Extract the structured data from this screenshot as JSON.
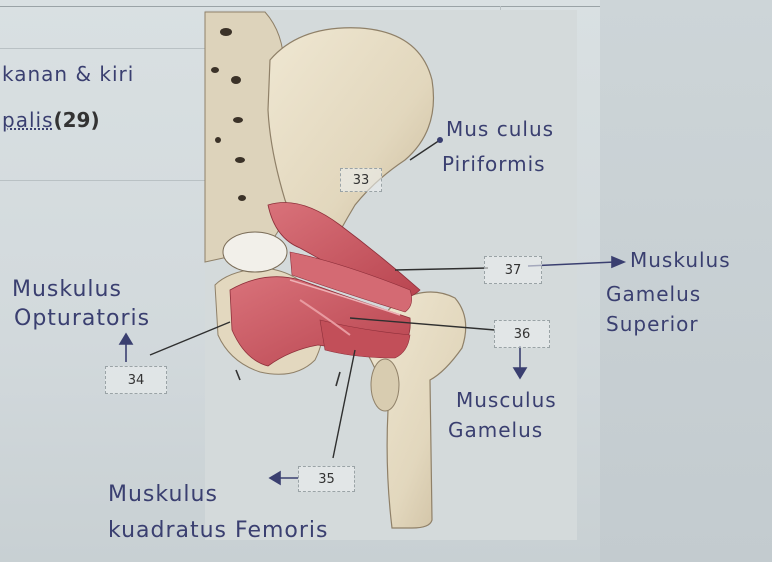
{
  "notes": {
    "line1": "kanan & kiri",
    "line2_prefix": "palis",
    "line2_number": "(29)"
  },
  "labels": {
    "piriformis": {
      "line1": "Mus culus",
      "line2": "Piriformis"
    },
    "gemelus_superior": {
      "line1": "Muskulus",
      "line2": "Gamelus",
      "line3": "Superior"
    },
    "obturatoris": {
      "line1": "Muskulus",
      "line2": "Opturatoris"
    },
    "gemelus": {
      "line1": "Musculus",
      "line2": "Gamelus"
    },
    "quadratus": {
      "line1": "Muskulus",
      "line2": "kuadratus Femoris"
    }
  },
  "numbers": {
    "n33": "33",
    "n34": "34",
    "n35": "35",
    "n36": "36",
    "n37": "37"
  },
  "colors": {
    "ink": "#3a3f70",
    "bone": "#e6ddc6",
    "muscle": "#c9545e",
    "paper": "#d6dde0"
  }
}
